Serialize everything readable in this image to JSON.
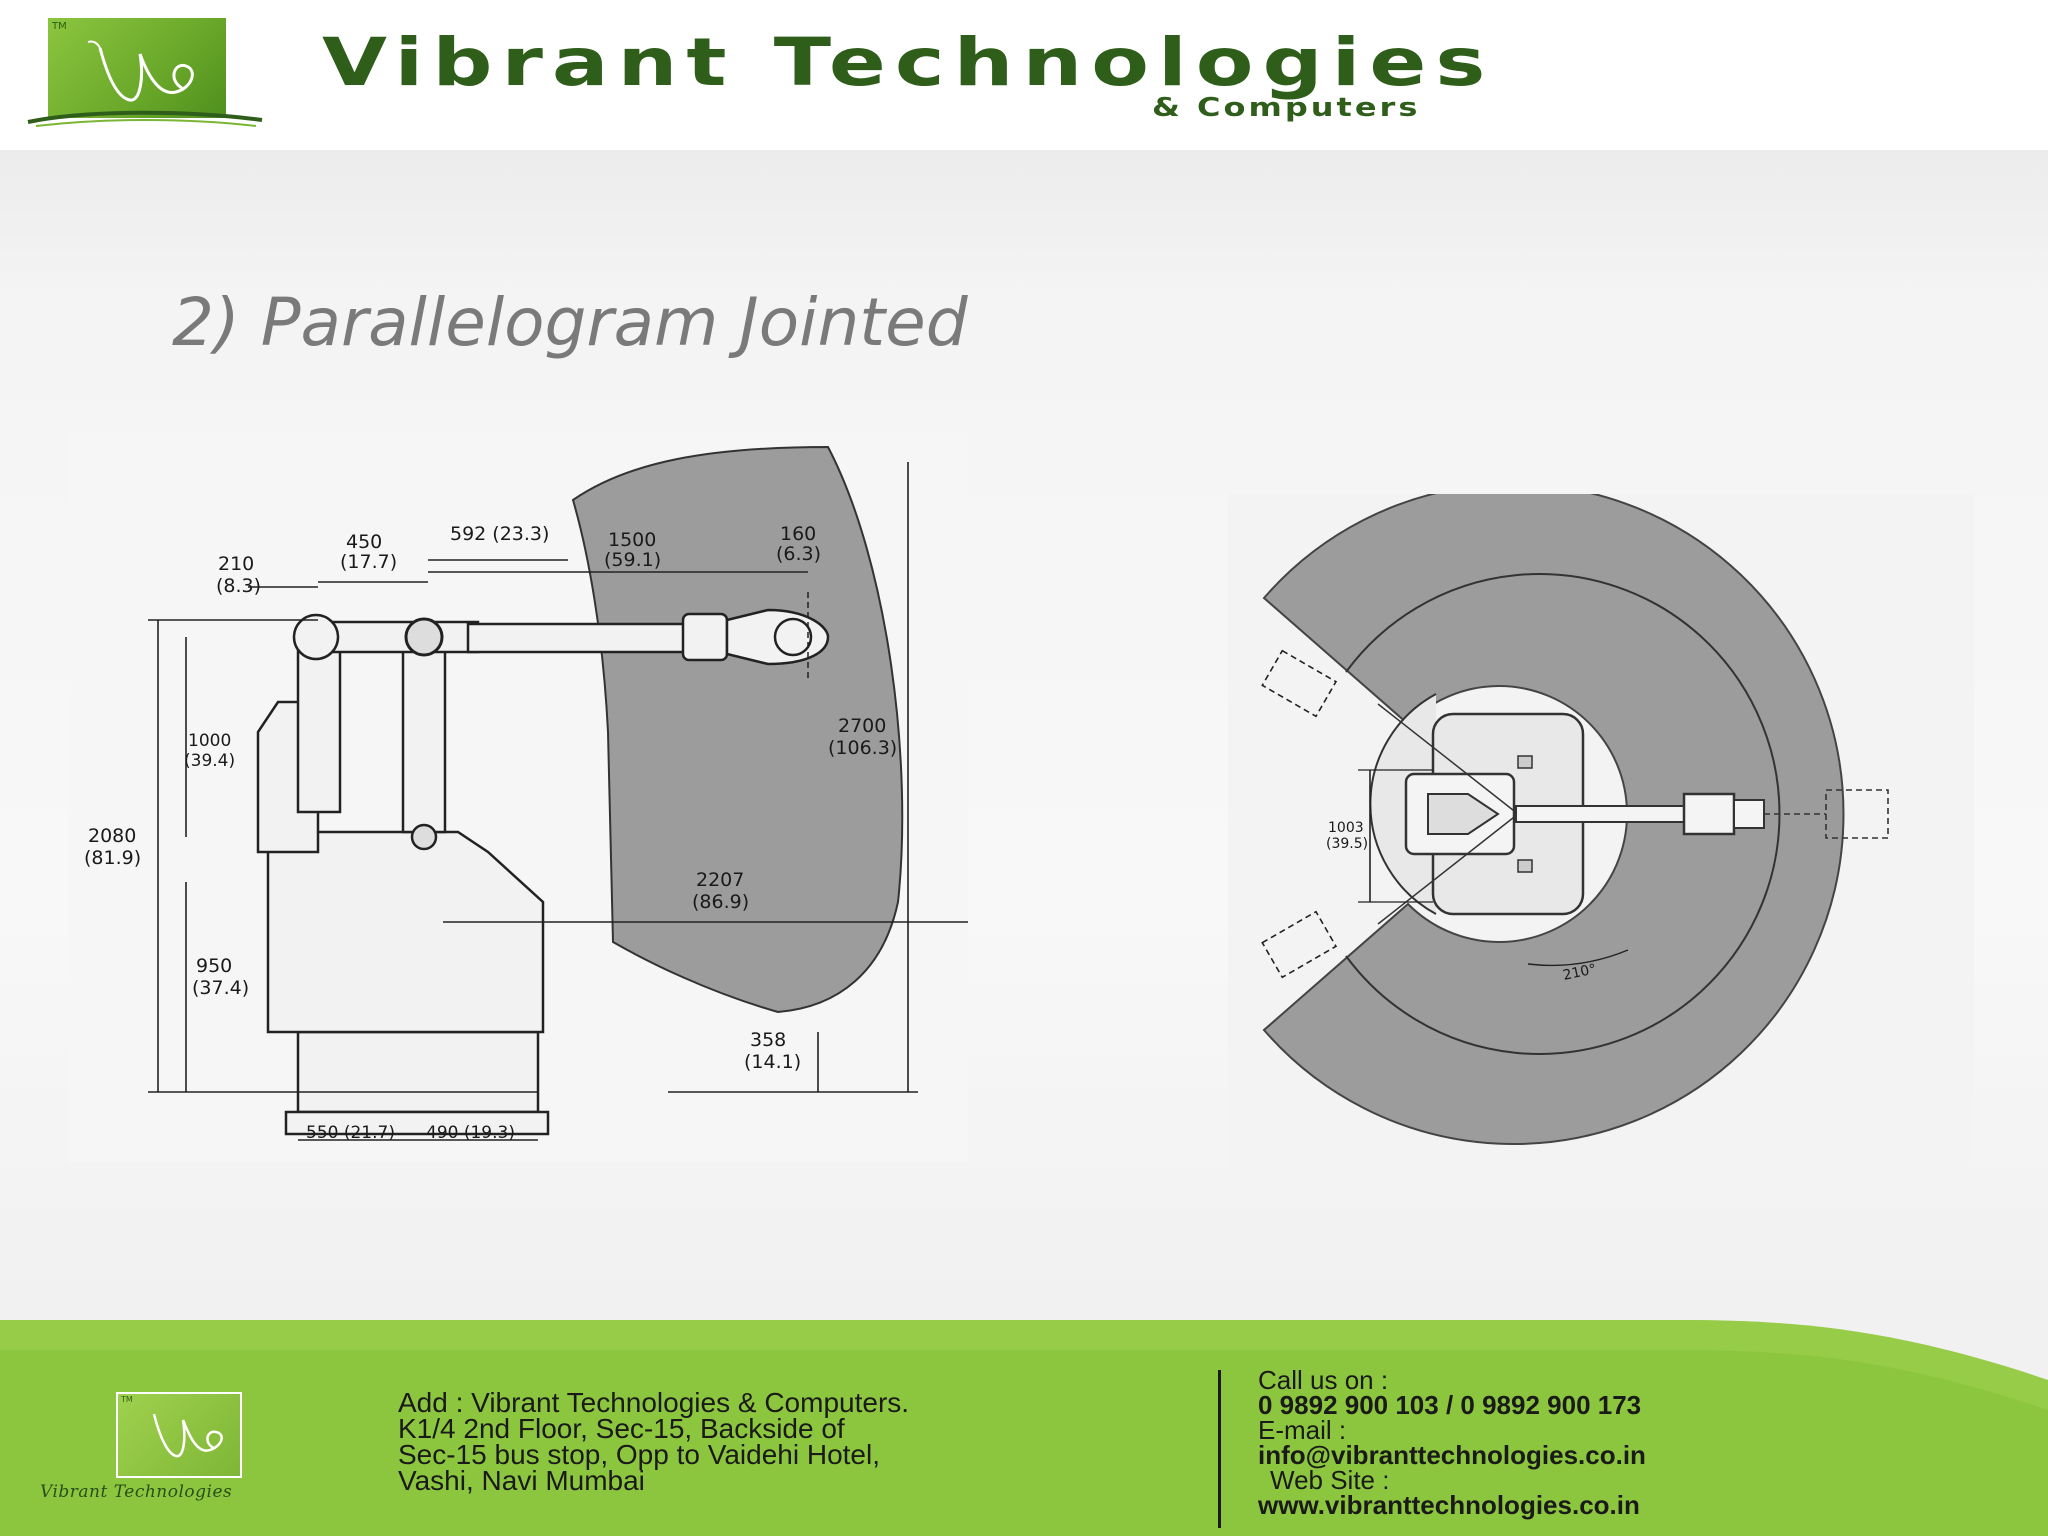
{
  "header": {
    "brand_title": "Vibrant Technologies",
    "brand_subtitle": "& Computers",
    "logo_tm": "TM"
  },
  "slide": {
    "title": "2) Parallelogram Jointed"
  },
  "figures": {
    "side_view": {
      "dimensions": {
        "d210": "210",
        "d210_in": "(8.3)",
        "d450": "450",
        "d450_in": "(17.7)",
        "d592": "592 (23.3)",
        "d1500": "1500",
        "d1500_in": "(59.1)",
        "d160": "160",
        "d160_in": "(6.3)",
        "d1000": "1000",
        "d1000_in": "(39.4)",
        "d2080": "2080",
        "d2080_in": "(81.9)",
        "d2700": "2700",
        "d2700_in": "(106.3)",
        "d2207": "2207",
        "d2207_in": "(86.9)",
        "d950": "950",
        "d950_in": "(37.4)",
        "d358": "358",
        "d358_in": "(14.1)",
        "d550": "550 (21.7)",
        "d490": "490 (19.3)"
      }
    },
    "top_view": {
      "dimensions": {
        "d1003": "1003",
        "d1003_in": "(39.5)",
        "angle": "210°"
      }
    }
  },
  "footer": {
    "company": "Vibrant Technologies",
    "address_lines": [
      "Add : Vibrant Technologies & Computers.",
      "K1/4 2nd Floor, Sec-15, Backside of",
      "Sec-15 bus stop, Opp to Vaidehi Hotel,",
      "Vashi, Navi Mumbai"
    ],
    "call_label": "Call us on :",
    "phones": "0 9892 900 103 /  0 9892 900 173",
    "email_label": "E-mail :",
    "email": "info@vibranttechnologies.co.in",
    "website_label": "Web Site :",
    "website": "www.vibranttechnologies.co.in"
  },
  "colors": {
    "brand_green": "#2f5e1b",
    "logo_green": "#7ab534",
    "footer_green": "#8cc63f",
    "title_gray": "#7a7a7a",
    "workspace_gray": "#9c9c9c"
  }
}
